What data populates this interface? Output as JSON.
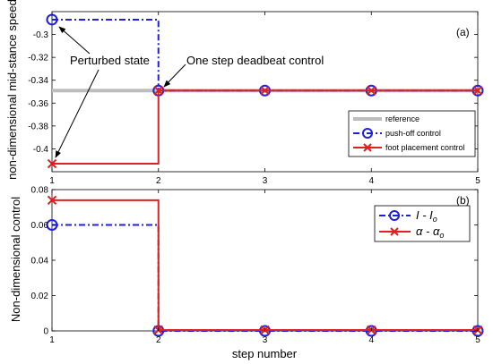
{
  "chart_data": [
    {
      "panel_label": "(a)",
      "type": "line",
      "ylabel": "non-dimensional mid-stance speed",
      "xlabel": "",
      "xlim": [
        1,
        5
      ],
      "ylim": [
        -0.42,
        -0.28
      ],
      "xticks": [
        "1",
        "2",
        "3",
        "4",
        "5"
      ],
      "yticks": [
        "-0.3",
        "-0.32",
        "-0.34",
        "-0.36",
        "-0.38",
        "-0.4"
      ],
      "ytick_values": [
        -0.3,
        -0.32,
        -0.34,
        -0.36,
        -0.38,
        -0.4
      ],
      "legend_position": "bottom-right",
      "series": [
        {
          "name": "reference",
          "color": "#bdbdbd",
          "style": "solid-thick",
          "marker": "none",
          "x": [
            1,
            5
          ],
          "y": [
            -0.349,
            -0.349
          ]
        },
        {
          "name": "push-off control",
          "color": "#1f1fe0",
          "style": "dashdot",
          "marker": "circle",
          "step": true,
          "x": [
            1,
            2,
            3,
            4,
            5
          ],
          "y": [
            -0.287,
            -0.349,
            -0.349,
            -0.349,
            -0.349
          ]
        },
        {
          "name": "foot placement control",
          "color": "#e01f1f",
          "style": "solid",
          "marker": "x",
          "step": true,
          "x": [
            1,
            2,
            3,
            4,
            5
          ],
          "y": [
            -0.413,
            -0.349,
            -0.349,
            -0.349,
            -0.349
          ]
        }
      ],
      "annotations": [
        {
          "text": "Perturbed state"
        },
        {
          "text": "One step deadbeat control"
        }
      ]
    },
    {
      "panel_label": "(b)",
      "type": "line",
      "ylabel": "Non-dimensional control",
      "xlabel": "step number",
      "xlim": [
        1,
        5
      ],
      "ylim": [
        0,
        0.08
      ],
      "xticks": [
        "1",
        "2",
        "3",
        "4",
        "5"
      ],
      "yticks": [
        "0",
        "0.02",
        "0.04",
        "0.06",
        "0.08"
      ],
      "ytick_values": [
        0,
        0.02,
        0.04,
        0.06,
        0.08
      ],
      "legend_position": "top-right",
      "series": [
        {
          "name": "I - I",
          "sub": "o",
          "color": "#1f1fe0",
          "style": "dashdot",
          "marker": "circle",
          "step": true,
          "x": [
            1,
            2,
            3,
            4,
            5
          ],
          "y": [
            0.06,
            0,
            0,
            0,
            0
          ]
        },
        {
          "name": "α - α",
          "sub": "o",
          "color": "#e01f1f",
          "style": "solid",
          "marker": "x",
          "step": true,
          "x": [
            1,
            2,
            3,
            4,
            5
          ],
          "y": [
            0.074,
            0.0005,
            0.0005,
            0.0005,
            0.0005
          ]
        }
      ]
    }
  ]
}
